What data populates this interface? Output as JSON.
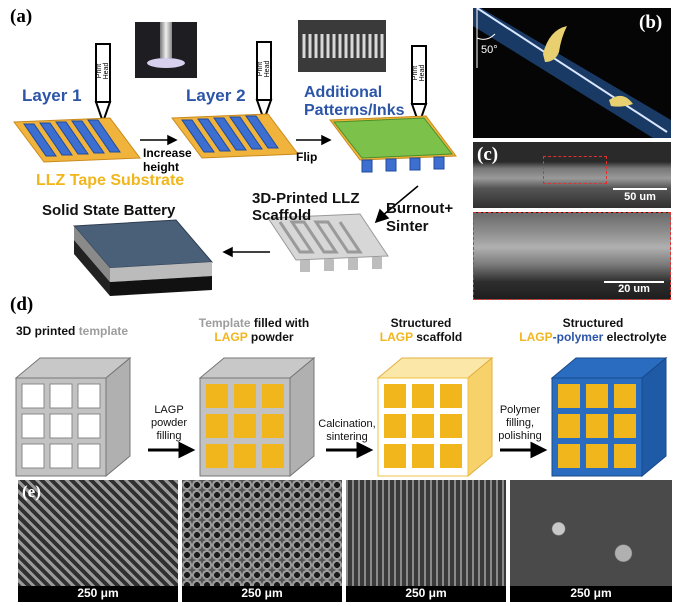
{
  "panels": {
    "a": {
      "label": "(a)"
    },
    "b": {
      "label": "(b)",
      "angle": "50°"
    },
    "c": {
      "label": "(c)",
      "scale_top": "50 um",
      "scale_bottom": "20 um"
    },
    "d": {
      "label": "(d)"
    },
    "e": {
      "label": "(e)",
      "scales": [
        "250 μm",
        "250 μm",
        "250 μm",
        "250 μm"
      ]
    }
  },
  "schematic_a": {
    "layer1": "Layer 1",
    "layer2": "Layer 2",
    "additional": "Additional Patterns/Inks",
    "print_head": "Print Head",
    "substrate": "LLZ Tape Substrate",
    "increase": "Increase height",
    "flip": "Flip",
    "scaffold": "3D-Printed LLZ Scaffold",
    "burnout": "Burnout+ Sinter",
    "battery": "Solid State Battery"
  },
  "schematic_d": {
    "t1": "3D printed",
    "t1b": "template",
    "t2a": "Template",
    "t2b": "filled with",
    "t2c": "LAGP",
    "t2d": "powder",
    "t3a": "Structured",
    "t3b": "LAGP",
    "t3c": "scaffold",
    "t4a": "Structured",
    "t4b": "LAGP",
    "t4c": "-polymer",
    "t4d": "electrolyte",
    "step1": "LAGP powder filling",
    "step2": "Calcination, sintering",
    "step3": "Polymer filling, polishing"
  },
  "colors": {
    "blue": "#2c55a8",
    "yellow": "#f2b61d",
    "gray": "#9d9d9d",
    "substrate": "#f0b43c",
    "green": "#7cc24a"
  }
}
